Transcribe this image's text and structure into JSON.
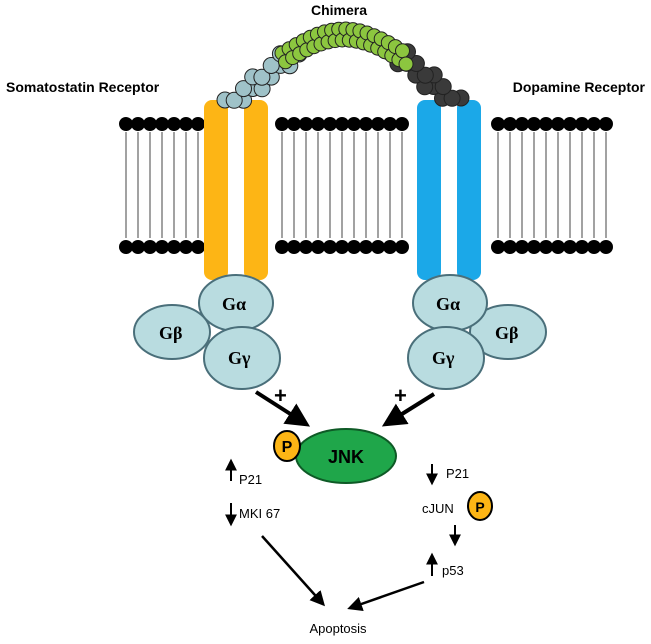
{
  "title": "Chimera",
  "receptors": {
    "left": "Somatostatin Receptor",
    "right": "Dopamine Receptor"
  },
  "g_proteins": {
    "alpha": "Gα",
    "beta": "Gβ",
    "gamma": "Gγ"
  },
  "activation_sign": "+",
  "kinase": "JNK",
  "phospho": "P",
  "left_pathway": {
    "p21": "P21",
    "p21_direction": "up",
    "mki67": "MKI 67",
    "mki67_direction": "down"
  },
  "right_pathway": {
    "p21": "P21",
    "p21_direction": "down",
    "cjun": "cJUN",
    "p53": "p53",
    "p53_direction": "up"
  },
  "outcome": "Apoptosis",
  "colors": {
    "somatostatin_helix": "#FDB515",
    "dopamine_helix": "#1BA8E8",
    "chimera_beads": "#8CC63F",
    "somatostatin_beads": "#9FC2C8",
    "dopamine_beads": "#3A3A3A",
    "g_protein_fill": "#B9DCE0",
    "jnk_fill": "#1FA64A",
    "phospho_fill": "#FDB515",
    "membrane_head": "#000000"
  }
}
